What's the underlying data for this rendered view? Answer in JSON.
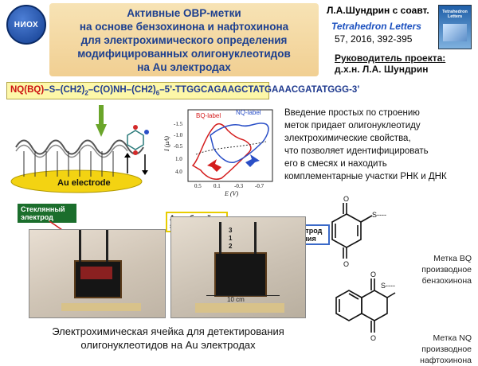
{
  "header": {
    "logo_text": "НИОХ",
    "title_lines": [
      "Активные ОВР-метки",
      "на основе бензохинона и нафтохинона",
      "для электрохимического определения",
      "модифицированных олигонуклеотидов",
      "на Au электродах"
    ],
    "authors": "Л.А.Шундрин с соавт.",
    "journal": "Tetrahedron Letters",
    "citation": "57, 2016, 392-395",
    "journal_cover_text": "Tetrahedron Letters",
    "leader_label": "Руководитель проекта:",
    "leader_name": "д.х.н. Л.А. Шундрин"
  },
  "sequence": {
    "prefix": "NQ(BQ)",
    "rest": "–S–(CH2)2–C(O)NH–(CH2)6–5’-TTGGCAGAAGCTATGAAACGATATGGG-3’"
  },
  "scheme": {
    "electrode_label": "Au electrode"
  },
  "cv_plot": {
    "bq_label": "BQ-label",
    "nq_label": "NQ-label",
    "ylabel": "I (μA)",
    "xlabel": "E (V)",
    "y_ticks": [
      "-1.5",
      "-1.0",
      "-0.5",
      "1.0",
      "4.0"
    ],
    "x_ticks": [
      "0.5",
      "0.1",
      "-0.3",
      "-0.7"
    ],
    "colors": {
      "bq": "#d41d1d",
      "nq": "#2a4fc7"
    }
  },
  "description": [
    "Введение простых по строению",
    "меток придает олигонуклеотиду",
    "электрохимические свойства,",
    "что позволяет идентифицировать",
    "его в смесях и находить",
    "комплементарные участки РНК и ДНК"
  ],
  "photos": {
    "glass_electrode_label": "Стеклянный электрод",
    "au_electrode_label": "Au рабочий электрод",
    "ag_electrode_label": "Ag электрод сравнения",
    "ruler_text": "10 cm",
    "numbers": [
      "1",
      "2",
      "3"
    ]
  },
  "caption": [
    "Электрохимическая ячейка для детектирования",
    "олигонуклеотидов на Au электродах"
  ],
  "structures": {
    "bq_substituent": "S----",
    "nq_substituent": "S----",
    "bq_label_lines": [
      "Метка BQ",
      "производное бензохинона"
    ],
    "nq_label_lines": [
      "Метка NQ",
      "производное нафтохинона"
    ]
  }
}
